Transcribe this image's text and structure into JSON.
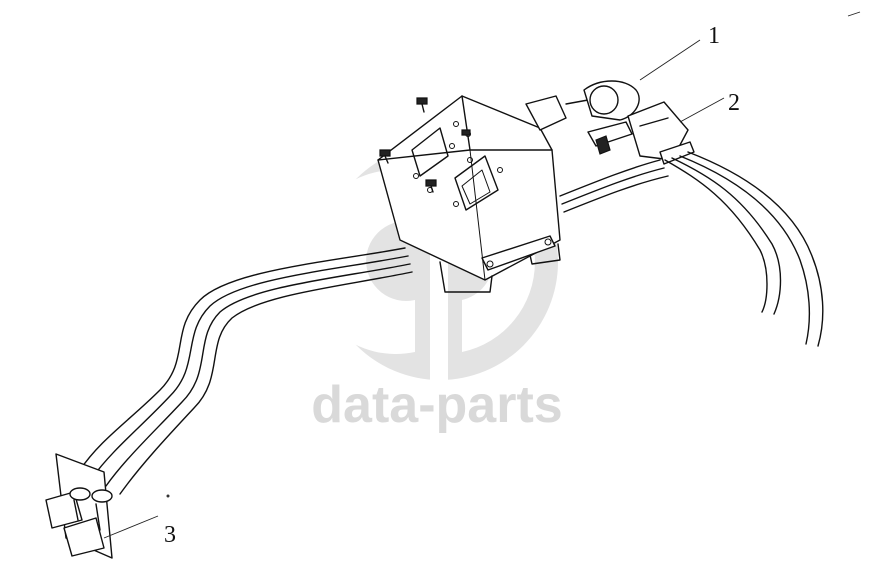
{
  "watermark": {
    "text": "data-parts",
    "color": "#d9d9d9"
  },
  "callouts": [
    {
      "label": "1"
    },
    {
      "label": "2"
    },
    {
      "label": "3"
    }
  ]
}
